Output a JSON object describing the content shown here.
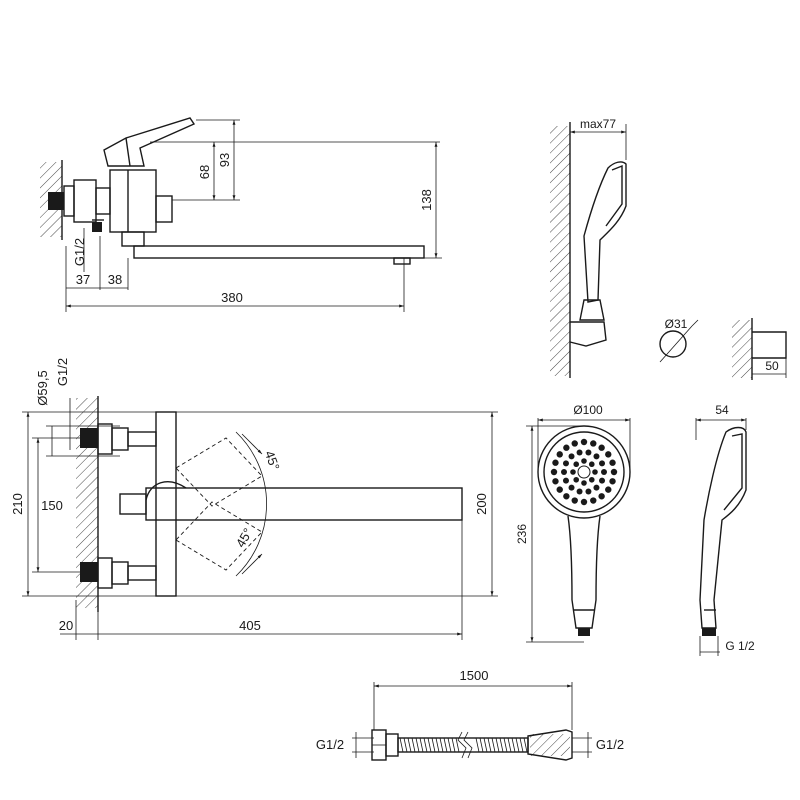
{
  "side_view": {
    "dim_93": "93",
    "dim_68": "68",
    "dim_138": "138",
    "dim_g12": "G1/2",
    "dim_37": "37",
    "dim_38": "38",
    "dim_380": "380"
  },
  "top_view": {
    "dim_d595": "Ø59,5",
    "dim_g12": "G1/2",
    "dim_210": "210",
    "dim_150": "150",
    "dim_200": "200",
    "dim_20": "20",
    "dim_405": "405",
    "angle_1": "45°",
    "angle_2": "45°"
  },
  "holder": {
    "dim_max77": "max77",
    "dim_d31": "Ø31",
    "dim_50": "50"
  },
  "shower_head": {
    "dim_d100": "Ø100",
    "dim_236": "236",
    "dim_54": "54",
    "dim_g12": "G 1/2"
  },
  "hose": {
    "dim_1500": "1500",
    "left_thread": "G1/2",
    "right_thread": "G1/2"
  }
}
